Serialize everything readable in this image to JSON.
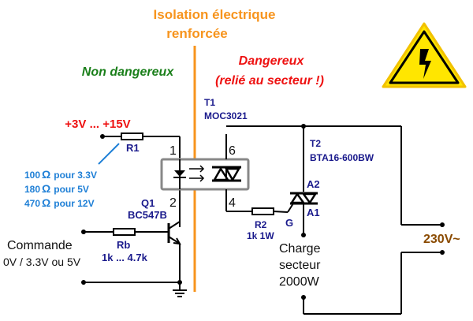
{
  "title": {
    "line1": "Isolation électrique",
    "line2": "renforcée"
  },
  "zones": {
    "safe": "Non dangereux",
    "danger_line1": "Dangereux",
    "danger_line2": "(relié au secteur !)"
  },
  "supply": "+3V ... +15V",
  "r1": {
    "name": "R1",
    "options": [
      {
        "value": "100",
        "unit": "Ω",
        "label": "pour 3.3V"
      },
      {
        "value": "180",
        "unit": "Ω",
        "label": "pour 5V"
      },
      {
        "value": "470",
        "unit": "Ω",
        "label": "pour 12V"
      }
    ]
  },
  "optocoupler": {
    "name": "T1",
    "part": "MOC3021",
    "pins": {
      "p1": "1",
      "p2": "2",
      "p4": "4",
      "p6": "6"
    }
  },
  "q1": {
    "name": "Q1",
    "part": "BC547B"
  },
  "rb": {
    "name": "Rb",
    "value": "1k ... 4.7k"
  },
  "command": {
    "line1": "Commande",
    "line2": "0V / 3.3V ou 5V"
  },
  "r2": {
    "name": "R2",
    "value": "1k 1W"
  },
  "triac": {
    "name": "T2",
    "part": "BTA16-600BW",
    "a2": "A2",
    "a1": "A1",
    "gate": "G"
  },
  "load": {
    "line1": "Charge",
    "line2": "secteur",
    "line3": "2000W"
  },
  "mains": "230V~",
  "warning_icon": "high-voltage-warning-icon",
  "colors": {
    "isolation": "#f7941d",
    "danger": "#ee1111",
    "safe": "#1a7f1a",
    "component": "#1a1a8c",
    "resistor_note": "#1e7fd6",
    "mains": "#8a4a00",
    "warning_yellow": "#ffe600"
  }
}
